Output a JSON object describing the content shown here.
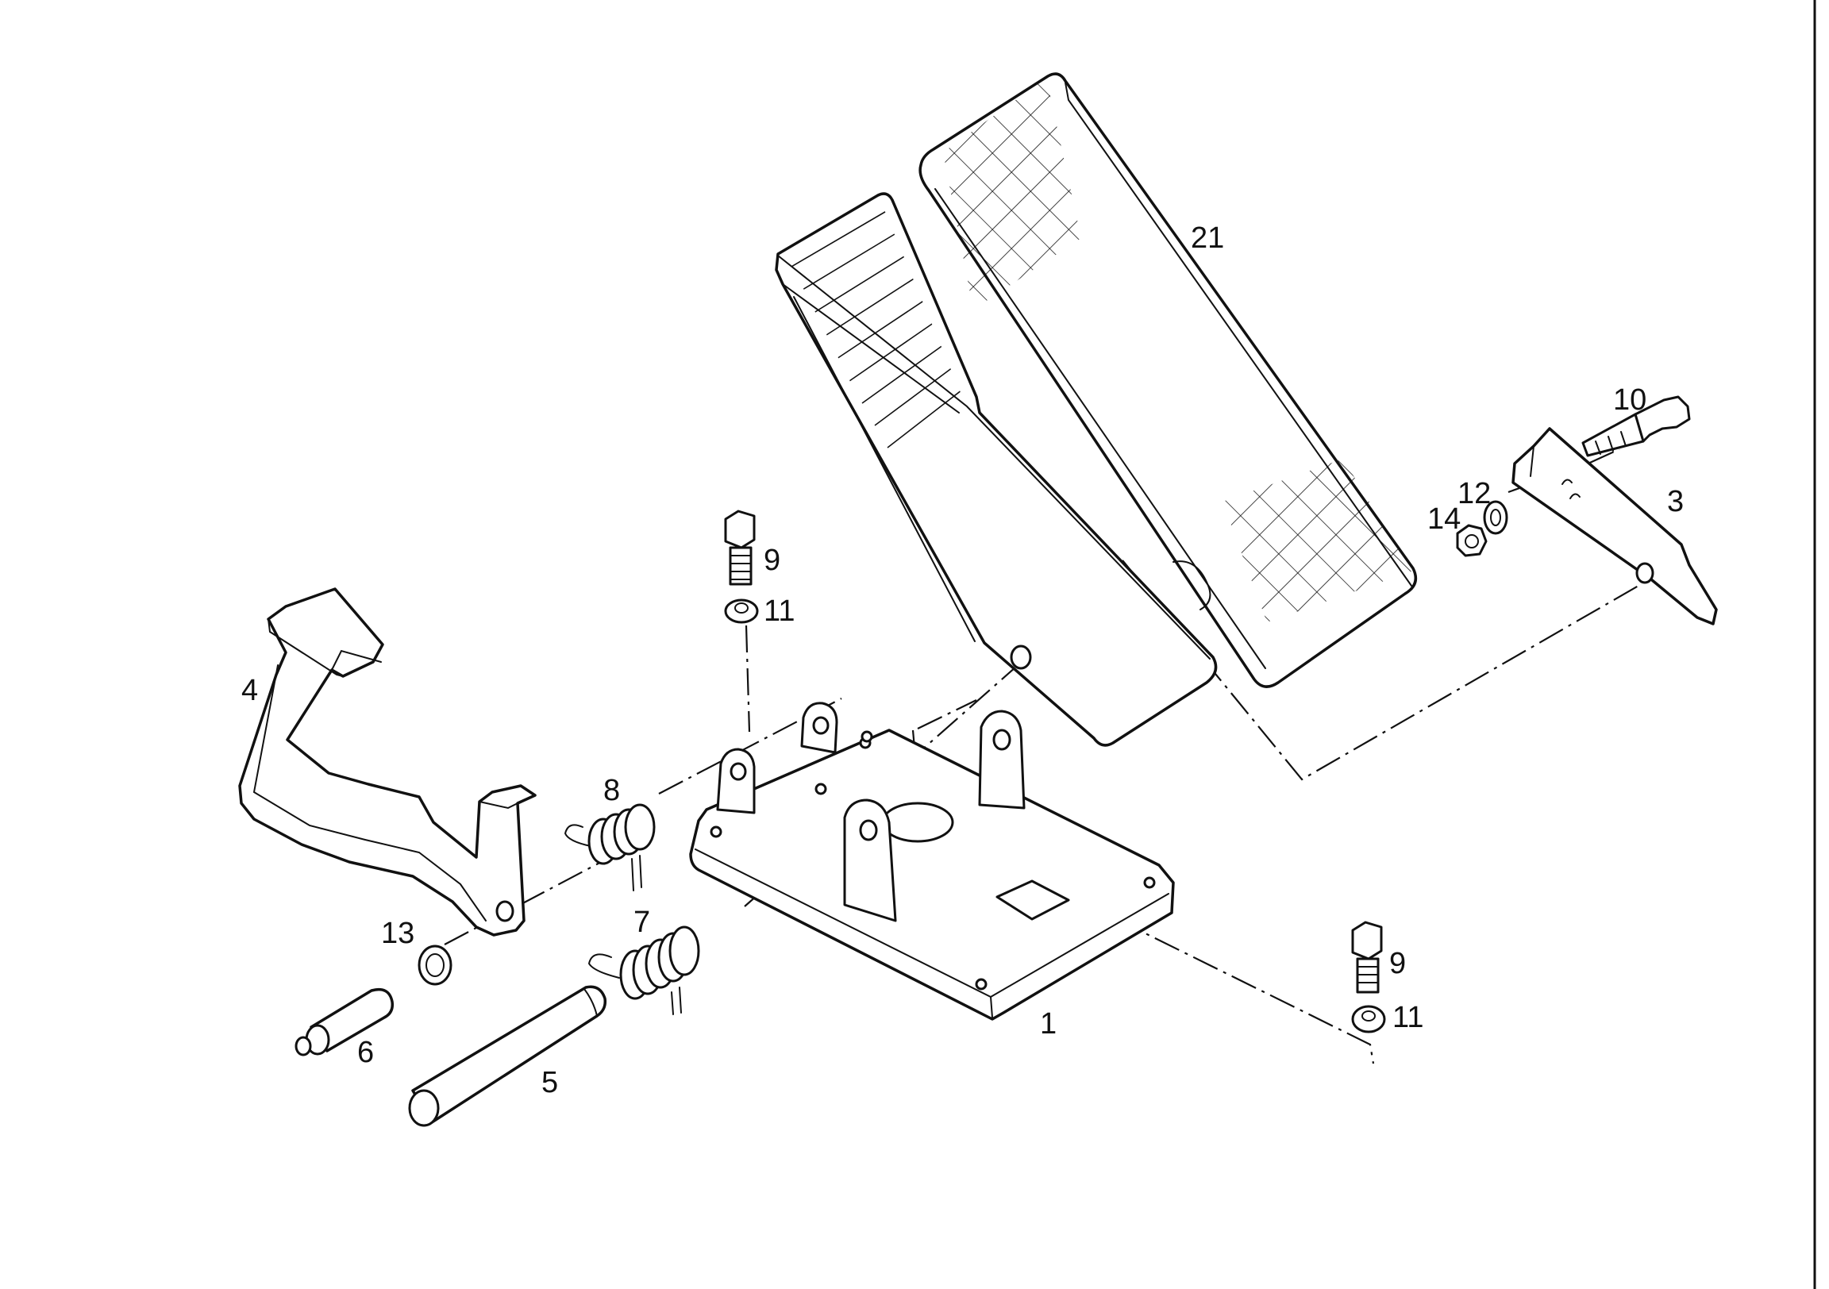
{
  "callouts": {
    "c1": "1",
    "c3": "3",
    "c4": "4",
    "c5": "5",
    "c6": "6",
    "c7": "7",
    "c8": "8",
    "c9a": "9",
    "c9b": "9",
    "c10": "10",
    "c11a": "11",
    "c11b": "11",
    "c12": "12",
    "c13": "13",
    "c14": "14",
    "c21": "21"
  }
}
